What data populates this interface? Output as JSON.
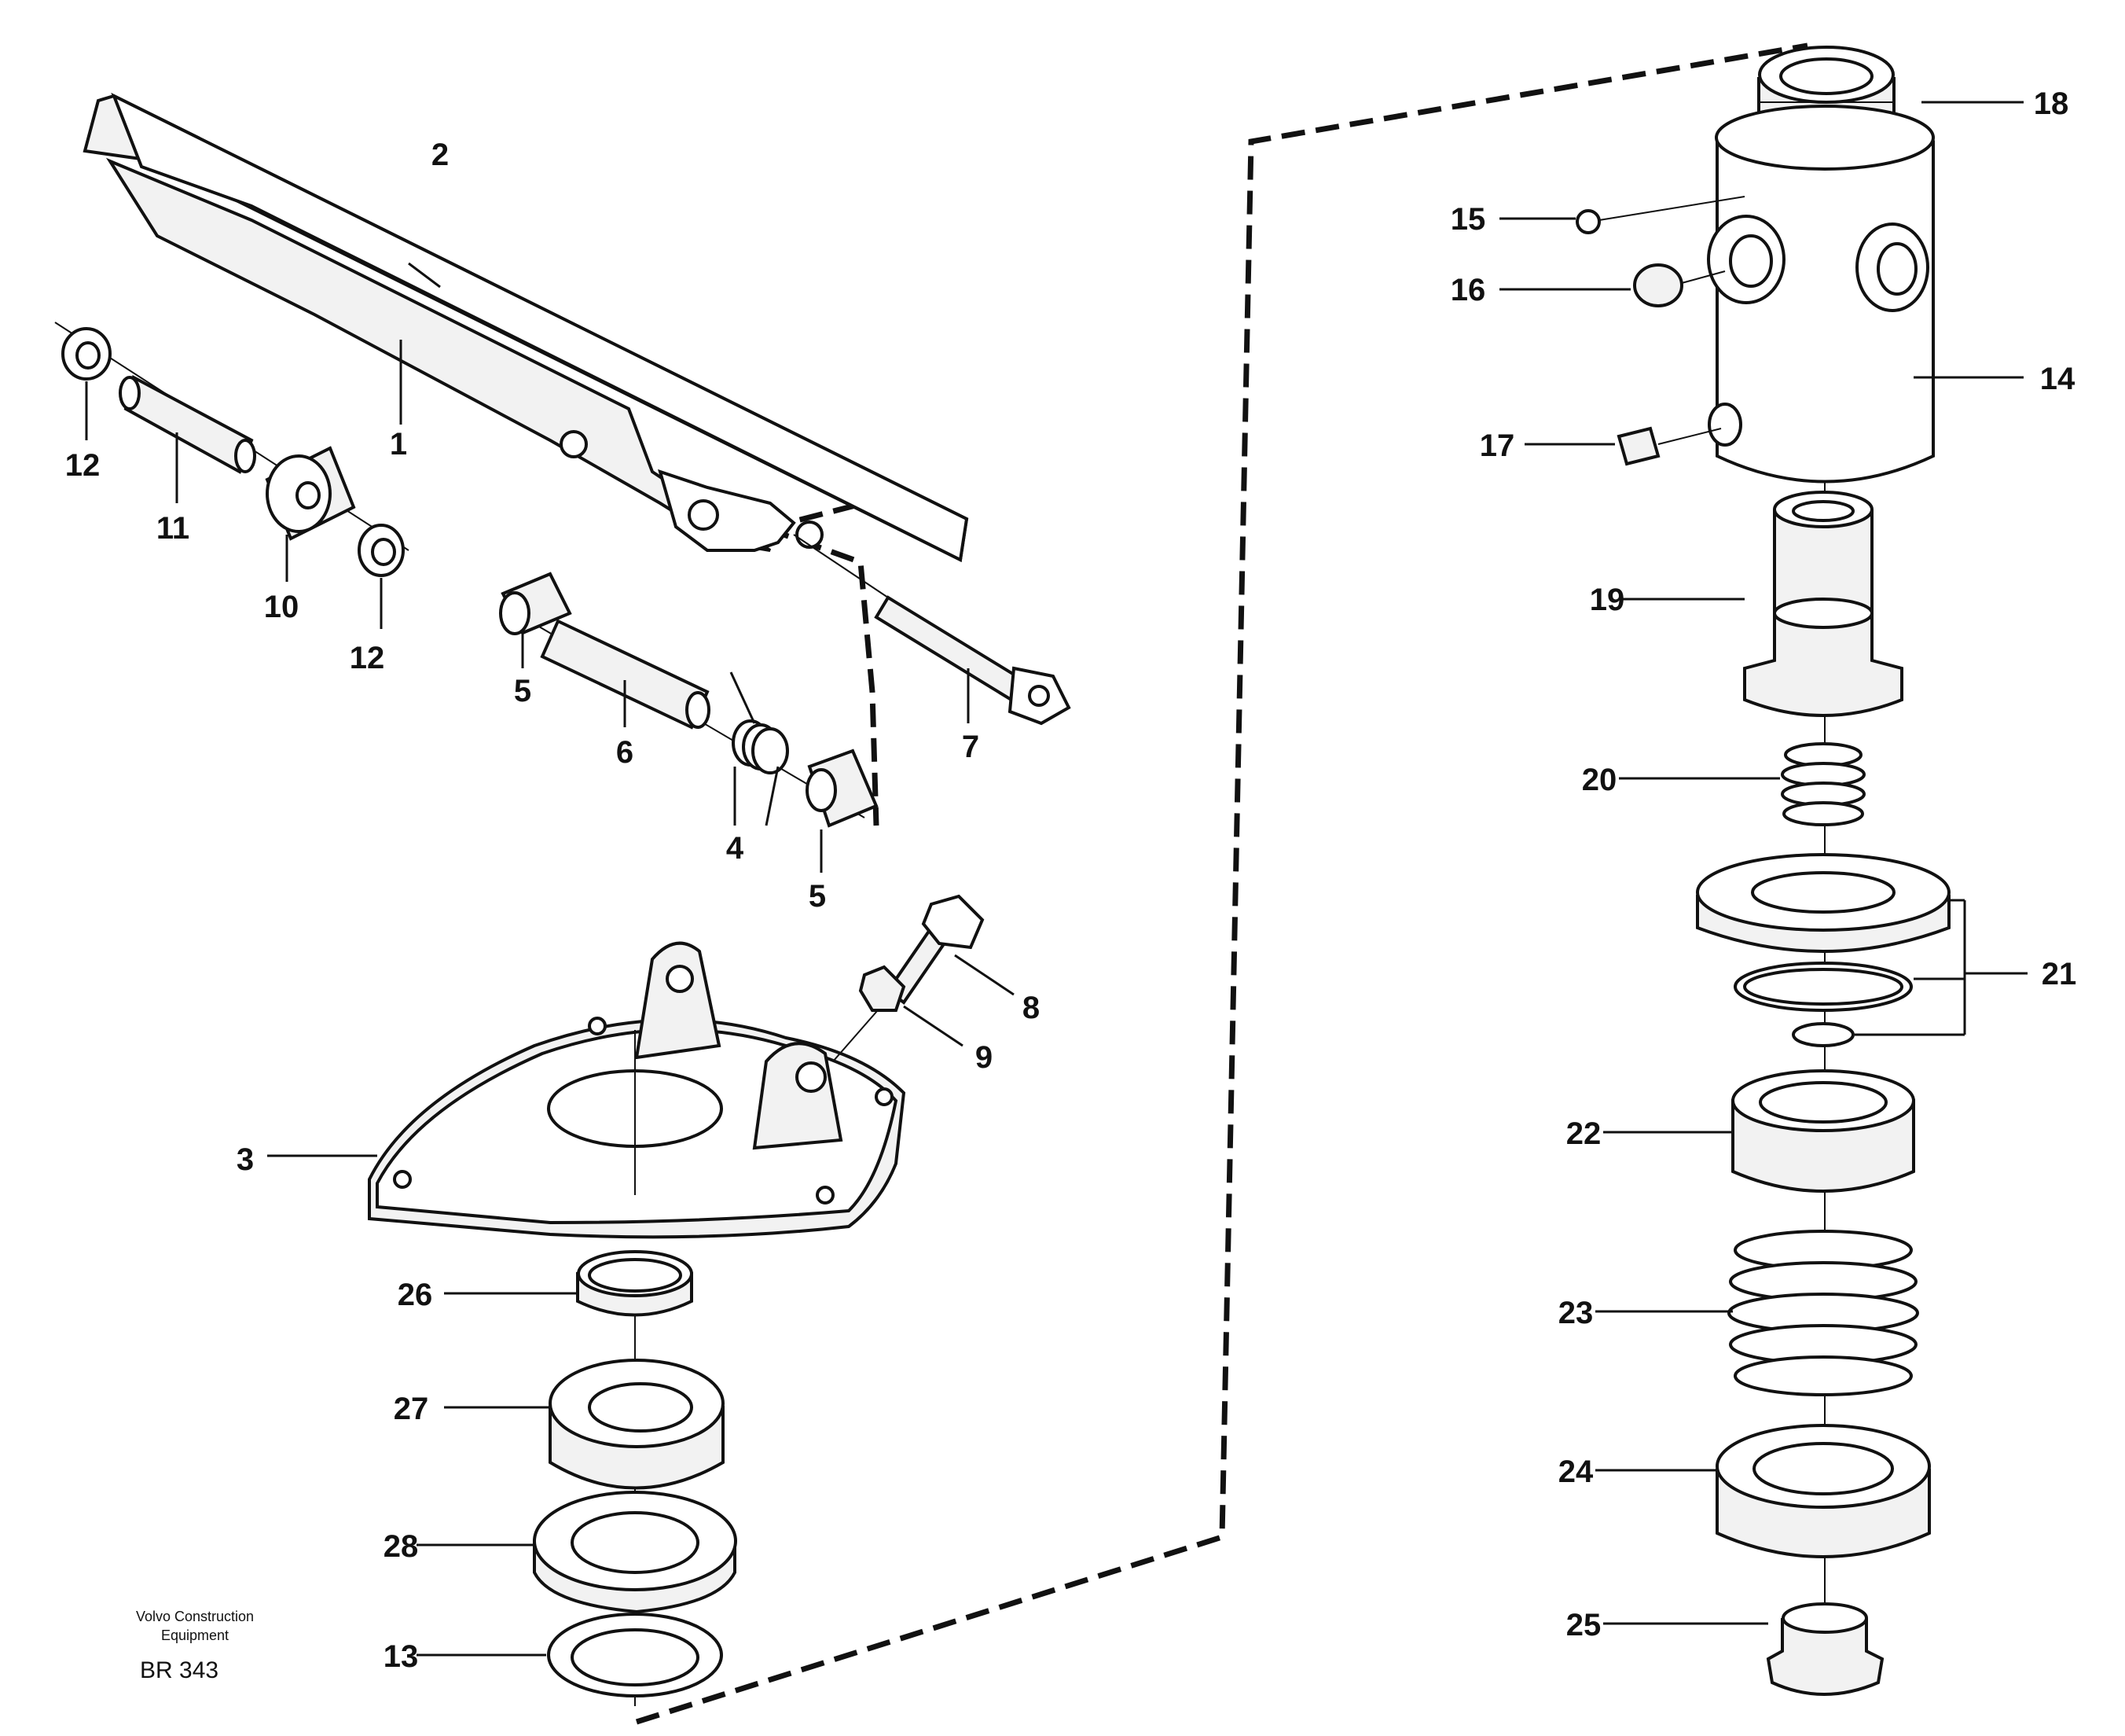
{
  "callouts": [
    {
      "key": "c1",
      "text": "1"
    },
    {
      "key": "c2",
      "text": "2"
    },
    {
      "key": "c3",
      "text": "3"
    },
    {
      "key": "c4",
      "text": "4"
    },
    {
      "key": "c5a",
      "text": "5"
    },
    {
      "key": "c5b",
      "text": "5"
    },
    {
      "key": "c6",
      "text": "6"
    },
    {
      "key": "c7",
      "text": "7"
    },
    {
      "key": "c8",
      "text": "8"
    },
    {
      "key": "c9",
      "text": "9"
    },
    {
      "key": "c10",
      "text": "10"
    },
    {
      "key": "c11",
      "text": "11"
    },
    {
      "key": "c12a",
      "text": "12"
    },
    {
      "key": "c12b",
      "text": "12"
    },
    {
      "key": "c13",
      "text": "13"
    },
    {
      "key": "c14",
      "text": "14"
    },
    {
      "key": "c15",
      "text": "15"
    },
    {
      "key": "c16",
      "text": "16"
    },
    {
      "key": "c17",
      "text": "17"
    },
    {
      "key": "c18",
      "text": "18"
    },
    {
      "key": "c19",
      "text": "19"
    },
    {
      "key": "c20",
      "text": "20"
    },
    {
      "key": "c21",
      "text": "21"
    },
    {
      "key": "c22",
      "text": "22"
    },
    {
      "key": "c23",
      "text": "23"
    },
    {
      "key": "c24",
      "text": "24"
    },
    {
      "key": "c25",
      "text": "25"
    },
    {
      "key": "c26",
      "text": "26"
    },
    {
      "key": "c27",
      "text": "27"
    },
    {
      "key": "c28",
      "text": "28"
    }
  ],
  "caption": {
    "company_line1": "Volvo Construction",
    "company_line2": "Equipment",
    "drawing_code": "BR 343"
  }
}
